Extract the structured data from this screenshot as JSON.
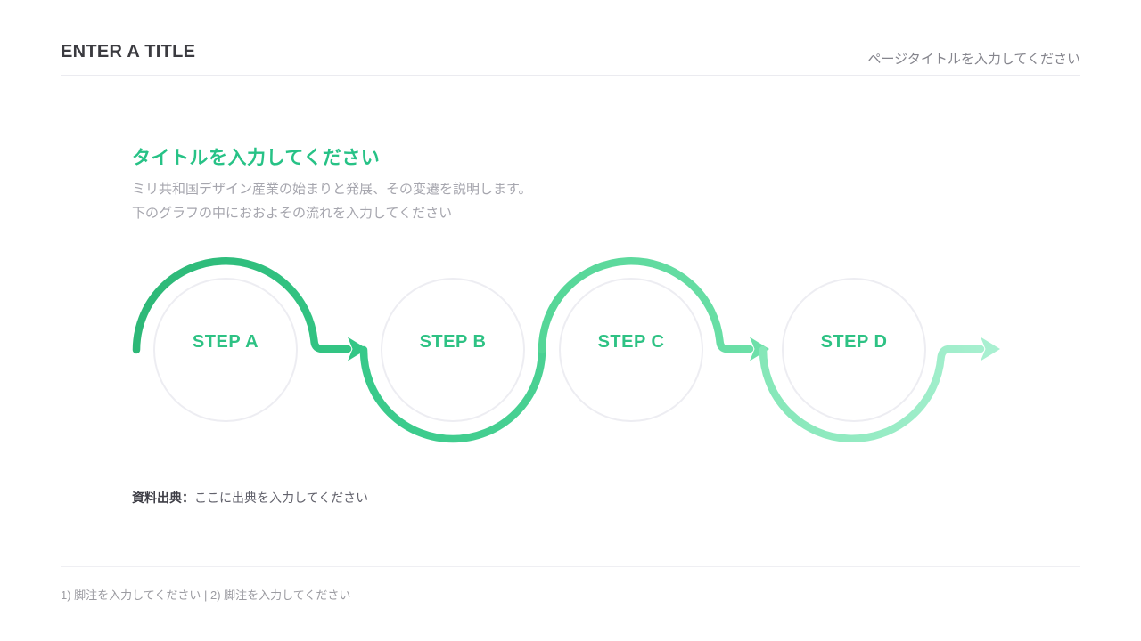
{
  "header": {
    "title": "ENTER A TITLE",
    "page_title_placeholder": "ページタイトルを入力してください"
  },
  "content": {
    "section_title": "タイトルを入力してください",
    "description_line1": "ミリ共和国デザイン産業の始まりと発展、その変遷を説明します。",
    "description_line2": "下のグラフの中におおよその流れを入力してください",
    "source_label": "資料出典：",
    "source_text": "ここに出典を入力してください"
  },
  "diagram": {
    "type": "process-flow-snake",
    "steps": [
      {
        "label": "STEP A"
      },
      {
        "label": "STEP B"
      },
      {
        "label": "STEP C"
      },
      {
        "label": "STEP D"
      }
    ],
    "colors": {
      "gradient_start": "#2db877",
      "gradient_end": "#a9f0d1",
      "circle_stroke": "#ededf2",
      "step_label": "#2ec284"
    }
  },
  "footer": {
    "footnote": "1) 脚注を入力してください | 2) 脚注を入力してください"
  }
}
